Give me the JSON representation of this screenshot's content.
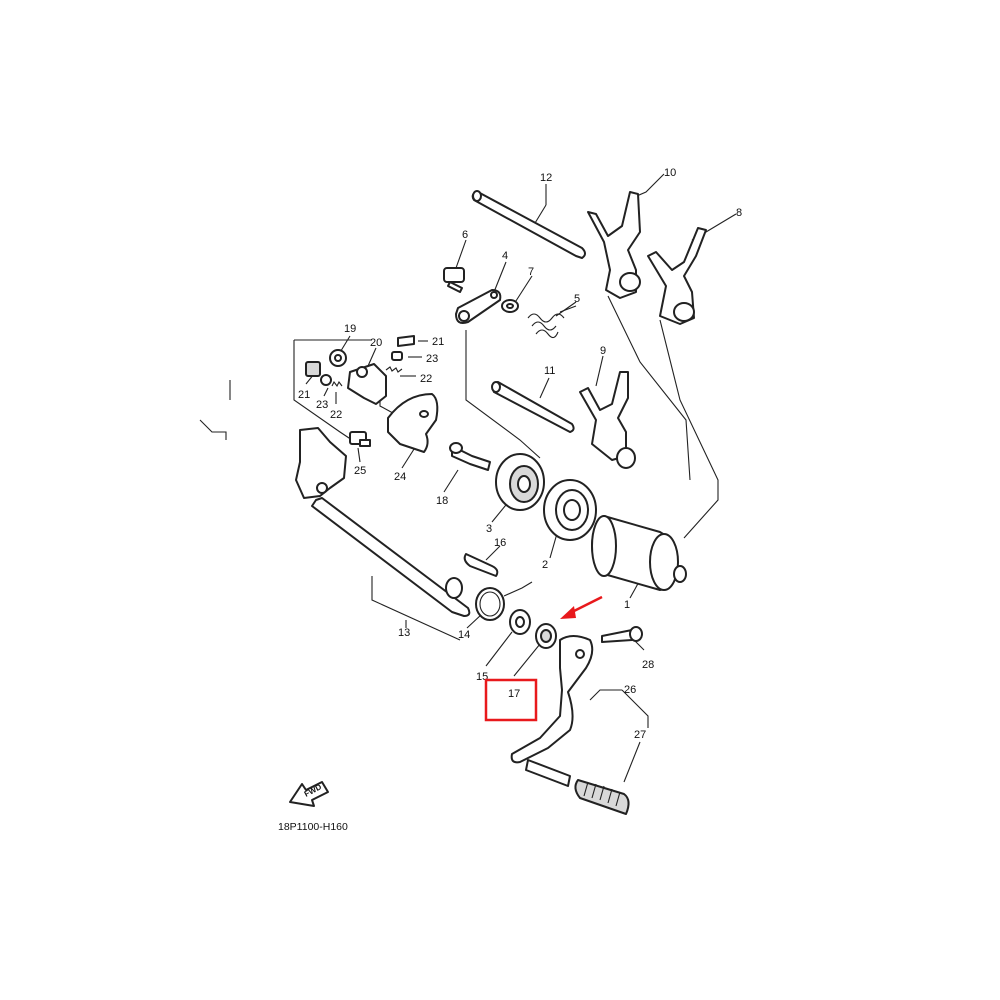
{
  "diagram": {
    "figure_code": "18P1100-H160",
    "fwd_label": "FWD",
    "highlight_color": "#e8191c",
    "highlighted_part": "17",
    "callouts": [
      "1",
      "2",
      "3",
      "4",
      "5",
      "6",
      "7",
      "8",
      "9",
      "10",
      "11",
      "12",
      "13",
      "14",
      "15",
      "16",
      "17",
      "18",
      "19",
      "20",
      "21",
      "21",
      "22",
      "22",
      "23",
      "23",
      "24",
      "25",
      "26",
      "27",
      "28"
    ]
  }
}
